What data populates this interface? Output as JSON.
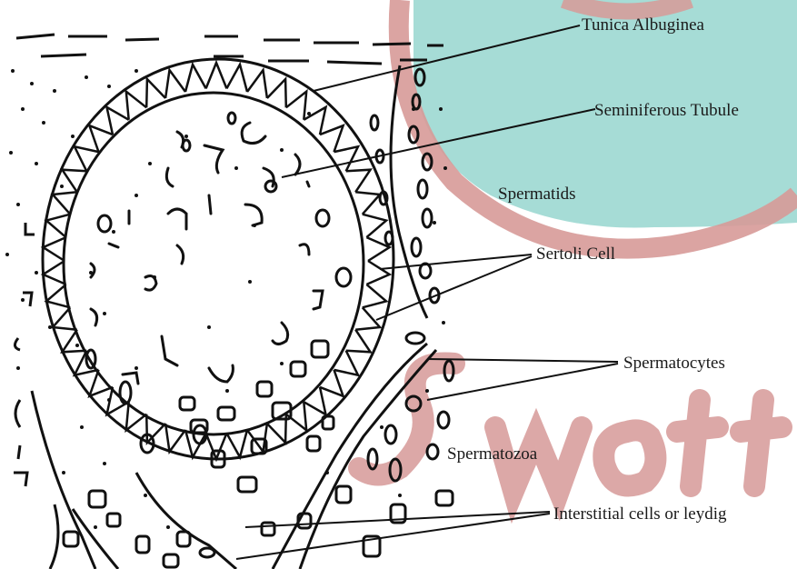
{
  "labels": {
    "tunica_albuginea": "Tunica Albuginea",
    "seminiferous_tubule": "Seminiferous Tubule",
    "spermatids": "Spermatids",
    "sertoli_cell": "Sertoli Cell",
    "spermatocytes": "Spermatocytes",
    "spermatozoa": "Spermatozoa",
    "interstitial_cells": "Interstitial cells or leydig"
  },
  "watermark": {
    "text": "Swotters",
    "teal": "#a6dcd6",
    "pink": "#d79a98"
  },
  "colors": {
    "ink": "#111111"
  }
}
